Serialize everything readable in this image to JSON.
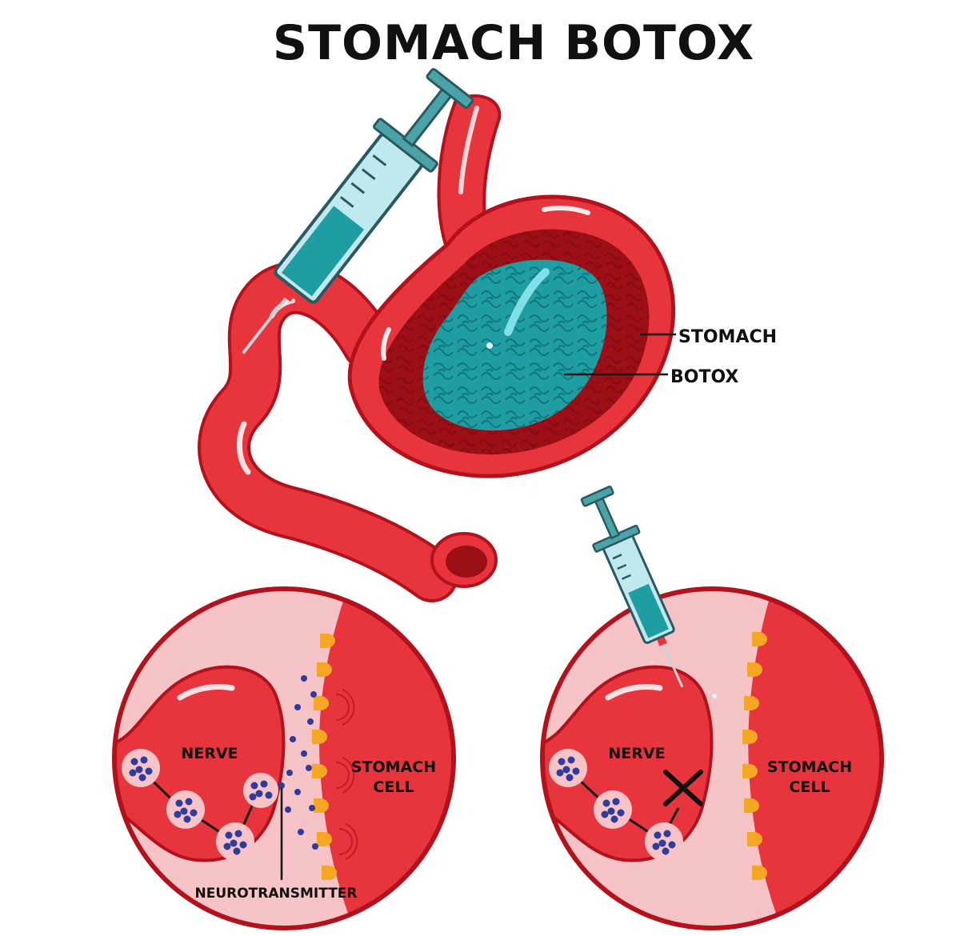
{
  "title": "STOMACH BOTOX",
  "labels": {
    "stomach": "STOMACH",
    "botox": "BOTOX",
    "left_panel": {
      "nerve": "NERVE",
      "cell_line1": "STOMACH",
      "cell_line2": "CELL",
      "neurotransmitter": "NEUROTRANSMITTER"
    },
    "right_panel": {
      "nerve": "NERVE",
      "cell_line1": "STOMACH",
      "cell_line2": "CELL"
    }
  },
  "colors": {
    "stomach_red": "#e8343c",
    "stomach_dark": "#b3121c",
    "inner_dark": "#9c0f17",
    "botox_teal": "#1e9ea3",
    "pale_pink": "#f6c3c6",
    "receptor_orange": "#f5a623",
    "vesicle_blue": "#2f3c9a"
  }
}
